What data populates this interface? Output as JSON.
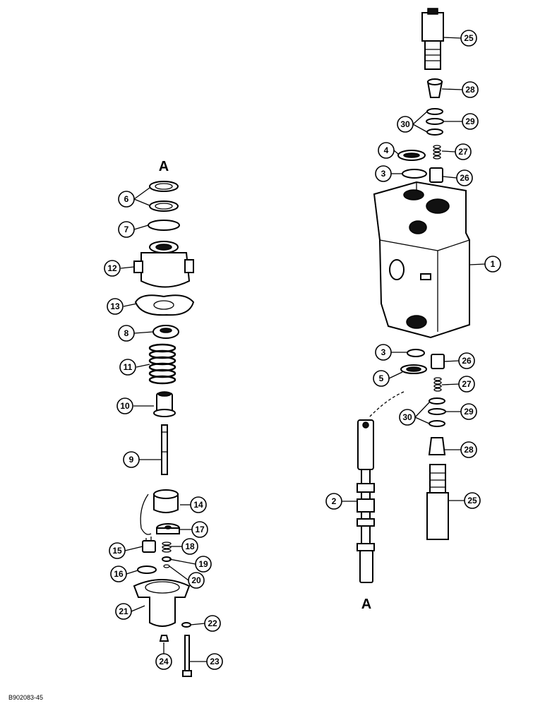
{
  "figure_id": "B902083-45",
  "ref_marks": [
    "A",
    "A"
  ],
  "callouts_left": [
    "6",
    "7",
    "12",
    "13",
    "8",
    "11",
    "10",
    "9",
    "14",
    "17",
    "18",
    "15",
    "19",
    "16",
    "20",
    "21",
    "22",
    "24",
    "23"
  ],
  "callouts_right": [
    "25",
    "28",
    "30",
    "29",
    "4",
    "27",
    "3",
    "26",
    "1",
    "3",
    "26",
    "5",
    "27",
    "30",
    "29",
    "28",
    "2",
    "25"
  ]
}
